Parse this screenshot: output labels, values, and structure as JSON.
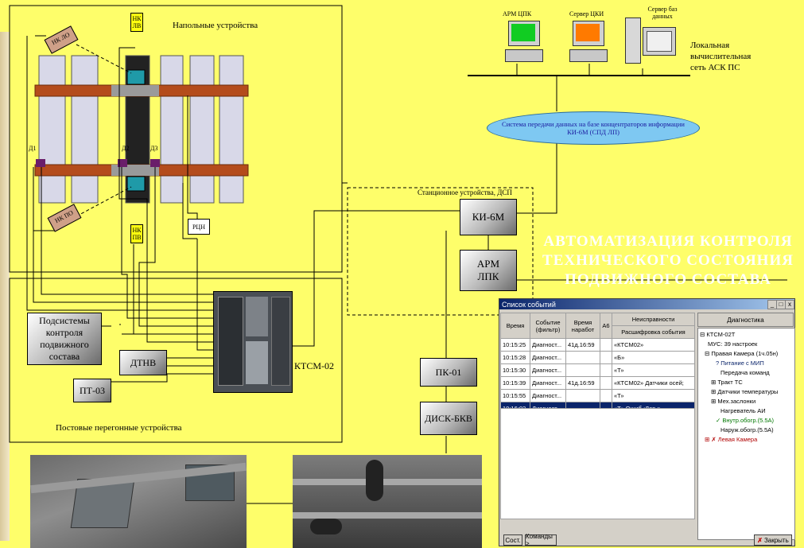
{
  "labels": {
    "floor_devices": "Напольные устройства",
    "station_devices": "Станционное устройства, ДСП",
    "post_devices": "Постовые перегонные устройства",
    "lan": "Локальная вычислительная сеть АСК ПС",
    "spd": "Система передачи данных на базе концентраторов информации КИ-6М (СПД ЛП)",
    "headline": "АВТОМАТИЗАЦИЯ КОНТРОЛЯ ТЕХНИЧЕСКОГО СОСТОЯНИЯ ПОДВИЖНОГО СОСТАВА"
  },
  "computers": [
    {
      "label": "АРМ ЦПК",
      "color": "#11cc22"
    },
    {
      "label": "Сервер ЦКИ",
      "color": "#ff7a00"
    },
    {
      "label": "Сервер баз данных",
      "color": "#c8c8c8"
    }
  ],
  "sensors": {
    "nk_lv": "НК ЛВ",
    "nk_pv": "НК ПВ",
    "nk_lo": "НК ЛО",
    "nk_po": "НК ПО",
    "d1": "Д1",
    "d2": "Д2",
    "d3": "Д3",
    "rcn": "РЦН"
  },
  "boxes": {
    "ki6m": "КИ-6М",
    "arm_lpk": "АРМ ЛПК",
    "pk01": "ПК-01",
    "disk_bkv": "ДИСК-БКВ",
    "ktsm": "КТСМ-02",
    "subsystems": "Подсистемы контроля подвижного состава",
    "dtnv": "ДТНВ",
    "pt03": "ПТ-03"
  },
  "dialog": {
    "title": "Список событий",
    "columns": [
      "Время",
      "Событие (фильтр)",
      "Время наработ",
      "А6",
      "Неисправности",
      "Расшифровка события"
    ],
    "diag_header": "Диагностика",
    "rows": [
      {
        "time": "10:15:25",
        "event": "Диагност...",
        "work": "41д.16:59",
        "desc": "«КТСМ02»"
      },
      {
        "time": "10:15:28",
        "event": "Диагност...",
        "work": "",
        "desc": "«Б»"
      },
      {
        "time": "10:15:30",
        "event": "Диагност...",
        "work": "",
        "desc": "«Т»"
      },
      {
        "time": "10:15:39",
        "event": "Диагност...",
        "work": "41д.16:59",
        "desc": "«КТСМ02» Датчики осей;"
      },
      {
        "time": "10:15:55",
        "event": "Диагност...",
        "work": "",
        "desc": "«Т»"
      },
      {
        "time": "10:16:02",
        "event": "Диагност...",
        "work": "",
        "desc": "«Т» Ошиб.:Лев.к..."
      }
    ],
    "tree": [
      {
        "text": "⊟ КТСМ-02Т"
      },
      {
        "text": "МУС: 39 настроек"
      },
      {
        "text": "⊟ Правая Камера (1ч.05н)"
      },
      {
        "text": "? Питание с МИП"
      },
      {
        "text": "Передача команд"
      },
      {
        "text": "⊞ Тракт ТС"
      },
      {
        "text": "⊞ Датчики температуры"
      },
      {
        "text": "⊞ Мех.заслонки"
      },
      {
        "text": "Нагреватель АИ"
      },
      {
        "text": "✓ Внутр.обогр.(5.5А)"
      },
      {
        "text": "Наруж.обогр.(5.5А)"
      },
      {
        "text": "⊞ ✗ Левая Камера"
      }
    ],
    "btn_state": "Сост.",
    "btn_commands": "Команды >",
    "btn_close": "Закрыть",
    "win_min": "_",
    "win_max": "□",
    "win_close": "x"
  }
}
